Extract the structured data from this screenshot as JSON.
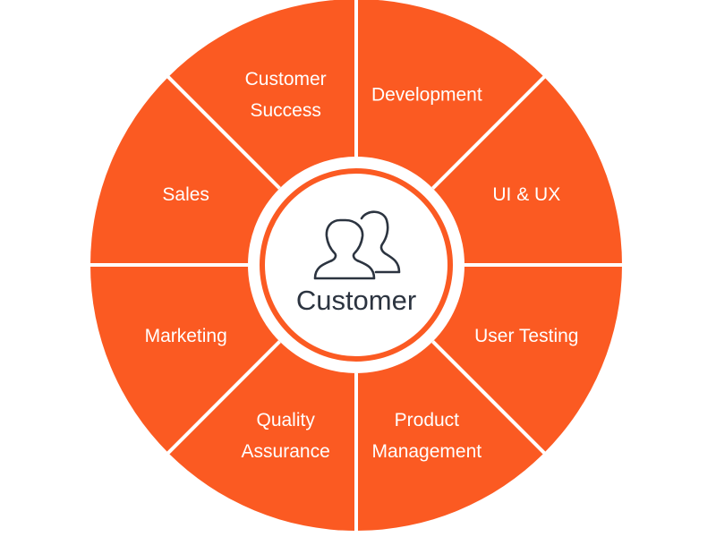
{
  "colors": {
    "segment_fill": "#fb5a22",
    "divider": "#ffffff",
    "center_fill": "#ffffff",
    "icon_stroke": "#2c3440",
    "center_text": "#2c3440",
    "segment_text": "#ffffff"
  },
  "center": {
    "icon": "users-icon",
    "label": "Customer"
  },
  "segments": [
    {
      "id": "development",
      "lines": [
        "Development"
      ]
    },
    {
      "id": "ui-ux",
      "lines": [
        "UI & UX"
      ]
    },
    {
      "id": "user-testing",
      "lines": [
        "User Testing"
      ]
    },
    {
      "id": "product-management",
      "lines": [
        "Product",
        "Management"
      ]
    },
    {
      "id": "quality-assurance",
      "lines": [
        "Quality",
        "Assurance"
      ]
    },
    {
      "id": "marketing",
      "lines": [
        "Marketing"
      ]
    },
    {
      "id": "sales",
      "lines": [
        "Sales"
      ]
    },
    {
      "id": "customer-success",
      "lines": [
        "Customer",
        "Success"
      ]
    }
  ]
}
